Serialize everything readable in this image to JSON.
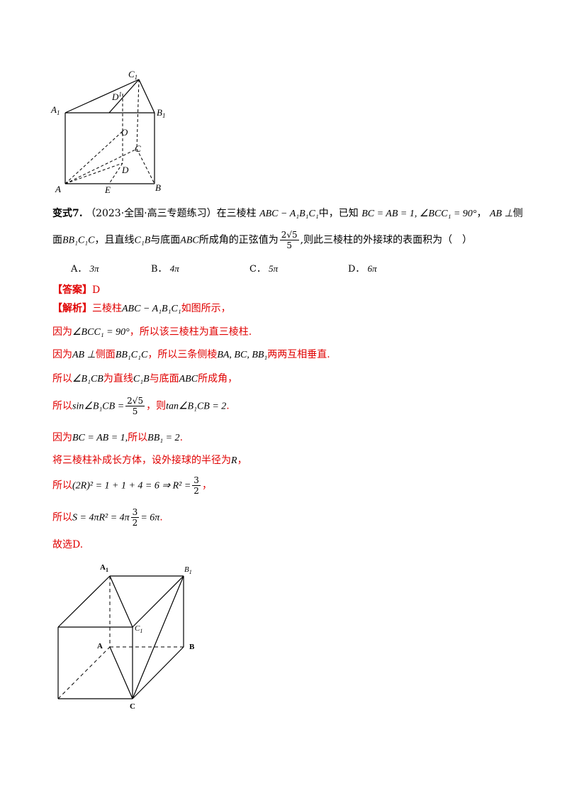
{
  "fig1": {
    "labels": {
      "C1": "C",
      "C1sub": "1",
      "D1": "D",
      "D1sup": "1",
      "A1": "A",
      "A1sub": "1",
      "B1": "B",
      "B1sub": "1",
      "O": "O",
      "C": "C",
      "D": "D",
      "A": "A",
      "E": "E",
      "B": "B"
    }
  },
  "problem": {
    "label": "变式7.",
    "source": "（2023·全国·高三专题练习）",
    "line1_a": "在三棱柱",
    "prism": "ABC − A₁B₁C₁",
    "line1_b": "中，已知",
    "given1": "BC = AB = 1, ∠BCC₁ = 90°",
    "line1_c": "，",
    "perp": "AB ⊥",
    "line1_d": "侧",
    "line2_a": "面",
    "face": "BB₁C₁C",
    "line2_b": "，且直线",
    "lineC1B": "C₁B",
    "line2_c": "与底面",
    "base": "ABC",
    "line2_d": "所成角的正弦值为",
    "sin_num": "2√5",
    "sin_den": "5",
    "line2_e": ",则此三棱柱的外接球的表面积为（　）",
    "options": [
      {
        "label": "A．",
        "value": "3π"
      },
      {
        "label": "B．",
        "value": "4π"
      },
      {
        "label": "C．",
        "value": "5π"
      },
      {
        "label": "D．",
        "value": "6π"
      }
    ]
  },
  "answer": {
    "tag": "【答案】",
    "value": "D"
  },
  "analysis": {
    "tag": "【解析】",
    "l1a": "三棱柱",
    "l1m": "ABC − A₁B₁C₁",
    "l1b": "如图所示，",
    "l2a": "因为",
    "l2m": "∠BCC₁ = 90°",
    "l2b": "，所以该三棱柱为直三棱柱.",
    "l3a": "因为",
    "l3m": "AB ⊥",
    "l3b": "侧面",
    "l3m2": "BB₁C₁C",
    "l3c": "，所以三条侧棱",
    "l3m3": "BA, BC, BB₁",
    "l3d": "两两互相垂直.",
    "l4a": "所以",
    "l4m": "∠B₁CB",
    "l4b": "为直线",
    "l4m2": "C₁B",
    "l4c": "与底面",
    "l4m3": "ABC",
    "l4d": "所成角，",
    "l5a": "所以",
    "l5m": "sin∠B₁CB =",
    "l5num": "2√5",
    "l5den": "5",
    "l5b": "，则",
    "l5m2": "tan∠B₁CB = 2",
    "l5c": ".",
    "l6a": "因为",
    "l6m": "BC = AB = 1,",
    "l6b": "所以",
    "l6m2": "BB₁ = 2",
    "l6c": ".",
    "l7a": "将三棱柱补成长方体，设外接球的半径为",
    "l7m": "R",
    "l7b": "，",
    "l8a": "所以",
    "l8m": "(2R)² = 1 + 1 + 4 = 6 ⇒ R² =",
    "l8num": "3",
    "l8den": "2",
    "l8b": "，",
    "l9a": "所以",
    "l9m": "S = 4πR² = 4π",
    "l9num": "3",
    "l9den": "2",
    "l9m2": "= 6π",
    "l9b": ".",
    "l10": "故选D."
  },
  "fig2": {
    "labels": {
      "A1": "A",
      "A1sub": "1",
      "B1": "B",
      "B1sub": "1",
      "A": "A",
      "B": "B",
      "C1": "C",
      "C1sub": "1",
      "C": "C"
    }
  }
}
